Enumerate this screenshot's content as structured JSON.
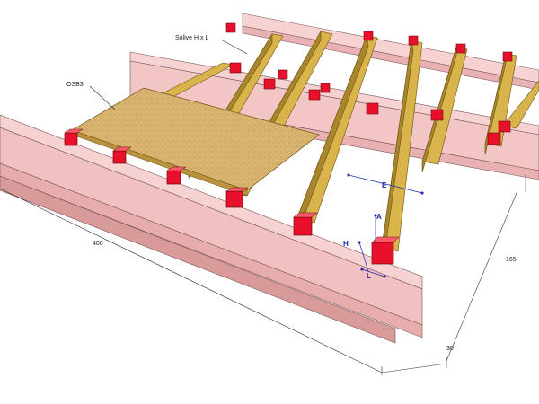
{
  "labels": {
    "solive": "Solive H x L",
    "osb": "OSB3",
    "length": "400",
    "width": "165",
    "overhang": "30",
    "e": "E",
    "a": "A",
    "h": "H",
    "l": "L"
  },
  "colors": {
    "beam": "#f2c2c2",
    "beam_dark": "#c98f8f",
    "joist": "#c9a540",
    "joist_dark": "#8d6e1e",
    "block": "#e8102a",
    "osb": "#d9b574",
    "dim": "#1a2aa8"
  },
  "counts": {
    "joists": 7
  }
}
